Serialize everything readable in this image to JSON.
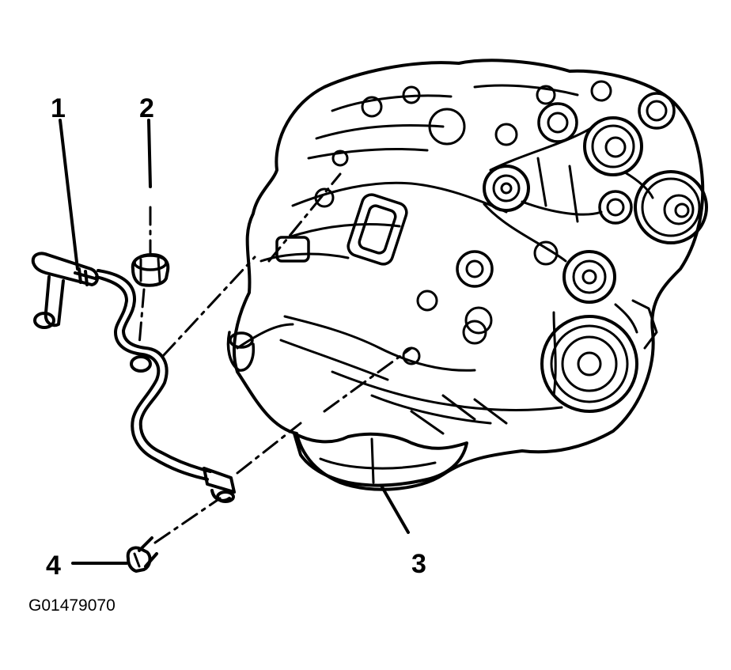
{
  "figure_id": "G01479070",
  "callouts": [
    {
      "label": "1",
      "part": "pipe"
    },
    {
      "label": "2",
      "part": "nut"
    },
    {
      "label": "3",
      "part": "oil-pan"
    },
    {
      "label": "4",
      "part": "bolt"
    }
  ],
  "colors": {
    "ink": "#000000",
    "background": "#ffffff"
  }
}
